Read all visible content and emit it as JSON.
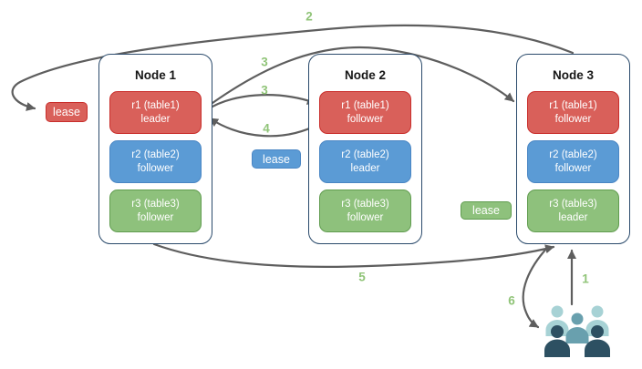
{
  "colors": {
    "node-border": "#2a4a6b",
    "red-fill": "#d9605a",
    "red-border": "#c92e2b",
    "blue-fill": "#5b9bd5",
    "blue-border": "#4a86c4",
    "green-fill": "#8ec17c",
    "green-border": "#609c4f",
    "arrow": "#5e5e5e",
    "step-label": "#90c478",
    "box-text": "#ffffff",
    "title-text": "#161616",
    "users-light": "#a7d2d5",
    "users-medium": "#69a0ae",
    "users-dark": "#2d5062"
  },
  "nodes": [
    {
      "title": "Node 1",
      "replicas": [
        {
          "line1": "r1 (table1)",
          "line2": "leader",
          "color": "red"
        },
        {
          "line1": "r2 (table2)",
          "line2": "follower",
          "color": "blue"
        },
        {
          "line1": "r3 (table3)",
          "line2": "follower",
          "color": "green"
        }
      ]
    },
    {
      "title": "Node 2",
      "replicas": [
        {
          "line1": "r1 (table1)",
          "line2": "follower",
          "color": "red"
        },
        {
          "line1": "r2 (table2)",
          "line2": "leader",
          "color": "blue"
        },
        {
          "line1": "r3 (table3)",
          "line2": "follower",
          "color": "green"
        }
      ]
    },
    {
      "title": "Node 3",
      "replicas": [
        {
          "line1": "r1 (table1)",
          "line2": "follower",
          "color": "red"
        },
        {
          "line1": "r2 (table2)",
          "line2": "follower",
          "color": "blue"
        },
        {
          "line1": "r3 (table3)",
          "line2": "leader",
          "color": "green"
        }
      ]
    }
  ],
  "leases": [
    {
      "label": "lease",
      "color": "red"
    },
    {
      "label": "lease",
      "color": "blue"
    },
    {
      "label": "lease",
      "color": "green"
    }
  ],
  "steps": {
    "s1": "1",
    "s2": "2",
    "s3a": "3",
    "s3b": "3",
    "s4": "4",
    "s5": "5",
    "s6": "6"
  },
  "icons": {
    "users_group": "users-group-icon"
  }
}
